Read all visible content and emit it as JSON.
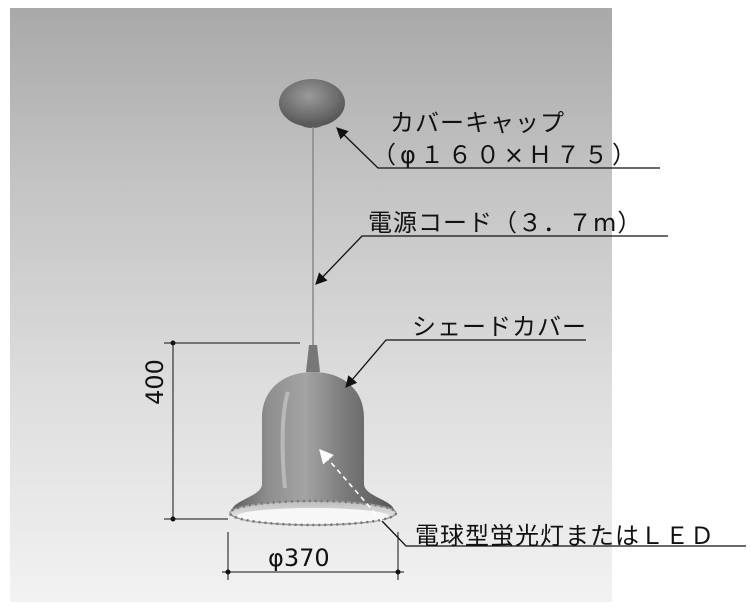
{
  "labels": {
    "cover_cap": "カバーキャップ",
    "cover_cap_size": "（φ１６０×Ｈ７５）",
    "power_cord": "電源コード（３．７m）",
    "shade_cover": "シェードカバー",
    "lamp": "電球型蛍光灯またはＬＥＤ"
  },
  "dimensions": {
    "height": "400",
    "diameter": "φ370"
  }
}
